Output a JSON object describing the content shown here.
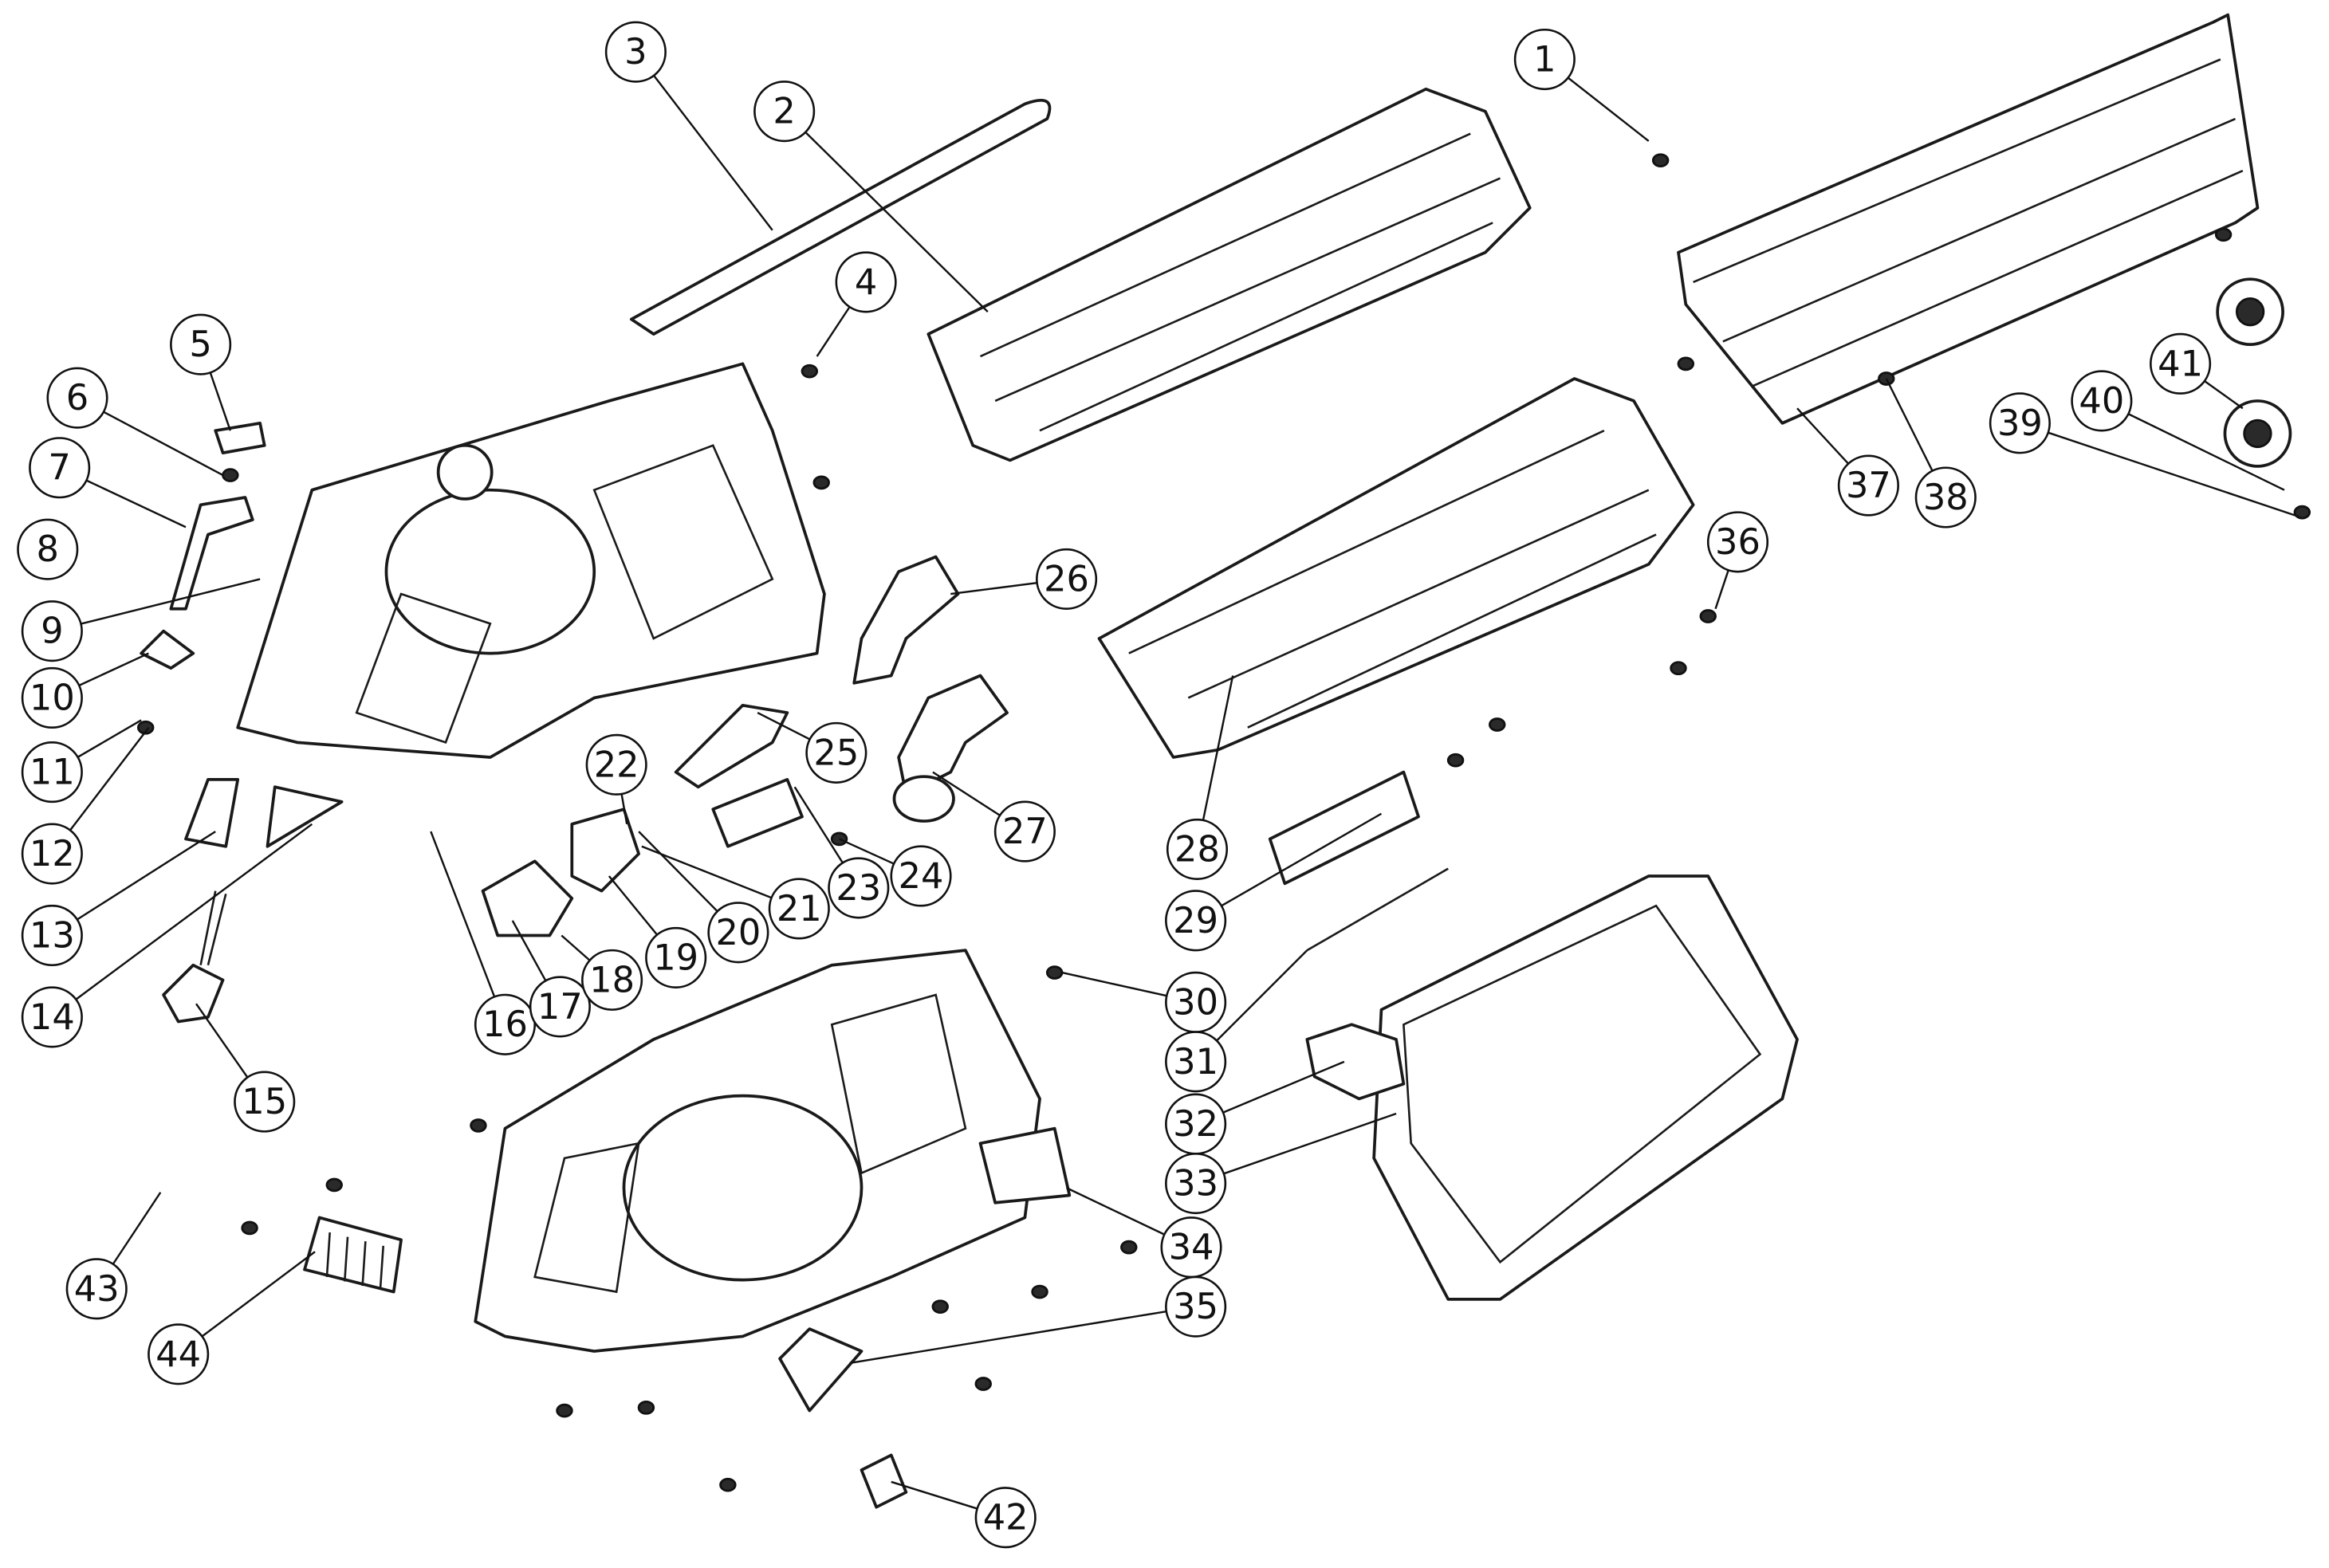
{
  "title": "Exploded parts diagram",
  "callouts": [
    "1",
    "2",
    "3",
    "4",
    "5",
    "6",
    "7",
    "8",
    "9",
    "10",
    "11",
    "12",
    "13",
    "14",
    "15",
    "16",
    "17",
    "18",
    "19",
    "20",
    "21",
    "22",
    "23",
    "24",
    "25",
    "26",
    "27",
    "28",
    "29",
    "30",
    "31",
    "32",
    "33",
    "34",
    "35",
    "36",
    "37",
    "38",
    "39",
    "40",
    "41",
    "42",
    "43",
    "44"
  ]
}
